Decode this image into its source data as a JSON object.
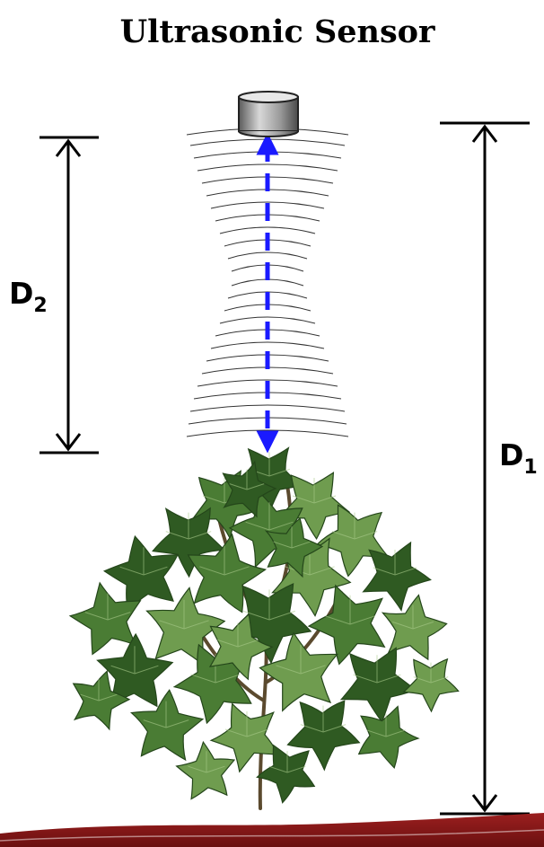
{
  "title": "Ultrasonic Sensor",
  "dimensions": {
    "d1": {
      "letter": "D",
      "subscript": "1"
    },
    "d2": {
      "letter": "D",
      "subscript": "2"
    }
  },
  "colors": {
    "text": "#000000",
    "beam": "#1a1aff",
    "wave": "#333333",
    "sensor_body": "#9a9a9a",
    "leaf_dark": "#2f5a22",
    "leaf_mid": "#4a7c34",
    "leaf_light": "#6f9c4f",
    "ground": "#8b1a1a"
  },
  "icons": {
    "sensor": "ultrasonic-sensor-icon",
    "plant": "cotton-plant-icon"
  }
}
